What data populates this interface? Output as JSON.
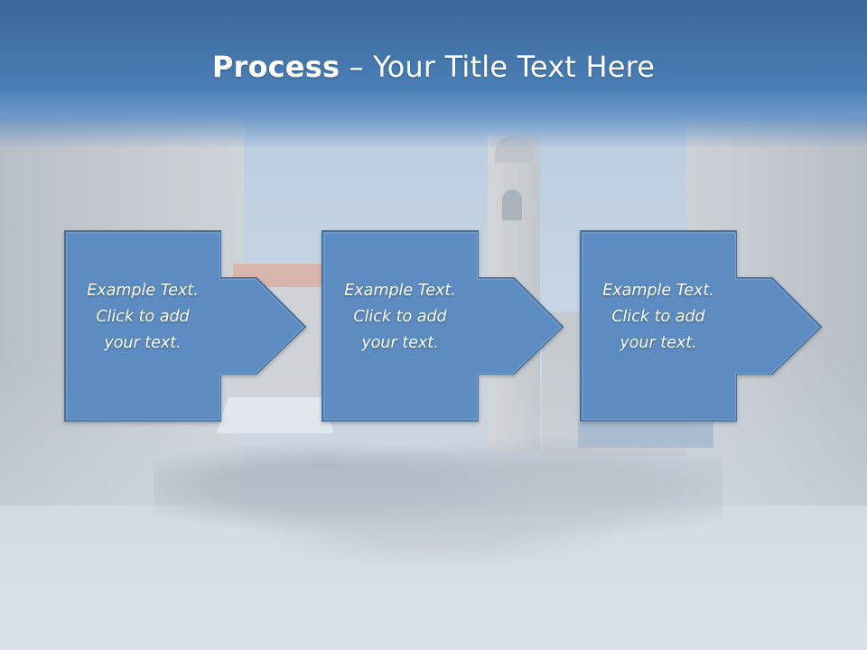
{
  "slide": {
    "title": {
      "bold": "Process",
      "rest": " – Your Title Text Here"
    },
    "steps": [
      {
        "lines": [
          "Example Text.",
          "Click  to add",
          "your text."
        ]
      },
      {
        "lines": [
          "Example Text.",
          "Click  to add",
          "your text."
        ]
      },
      {
        "lines": [
          "Example Text.",
          "Click  to add",
          "your text."
        ]
      }
    ],
    "colors": {
      "title_band": "#3a6799",
      "shape_fill": "#5b8cc1",
      "shape_stroke": "#4a6f98",
      "text": "#ffffff"
    }
  }
}
